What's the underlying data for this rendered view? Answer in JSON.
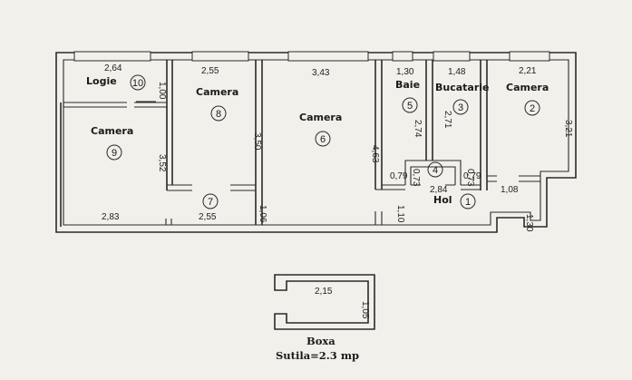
{
  "rooms": [
    {
      "id": "10",
      "name": "Logie"
    },
    {
      "id": "9",
      "name": "Camera"
    },
    {
      "id": "8",
      "name": "Camera"
    },
    {
      "id": "6",
      "name": "Camera"
    },
    {
      "id": "5",
      "name": "Baie"
    },
    {
      "id": "3",
      "name": "Bucatarie"
    },
    {
      "id": "2",
      "name": "Camera"
    },
    {
      "id": "4",
      "name": ""
    },
    {
      "id": "7",
      "name": ""
    },
    {
      "id": "1",
      "name": "Hol"
    }
  ],
  "dimensions": {
    "logie_w": "2,64",
    "logie_h": "1,00",
    "c8_w": "2,55",
    "c8_h": "3,50",
    "c6_w": "3,43",
    "c6_h": "4,63",
    "baie_w": "1,30",
    "baie_h": "2,74",
    "buc_w": "1,48",
    "buc_h": "2,71",
    "c2_w": "2,21",
    "c2_h": "3,21",
    "c9_h": "3,52",
    "c9_w": "2,83",
    "hall7_w": "2,55",
    "hall7_h": "1,06",
    "hol_h1": "1,10",
    "hol_w": "2,84",
    "d073a": "0,73",
    "d073b": "0,73",
    "d079a": "0,79",
    "d079b": "0,79",
    "d108": "1,08",
    "d130": "1,30",
    "boxa_w": "2,15",
    "boxa_h": "1,05"
  },
  "storage": {
    "title": "Boxa",
    "area": "Sutila=2.3  mp"
  }
}
